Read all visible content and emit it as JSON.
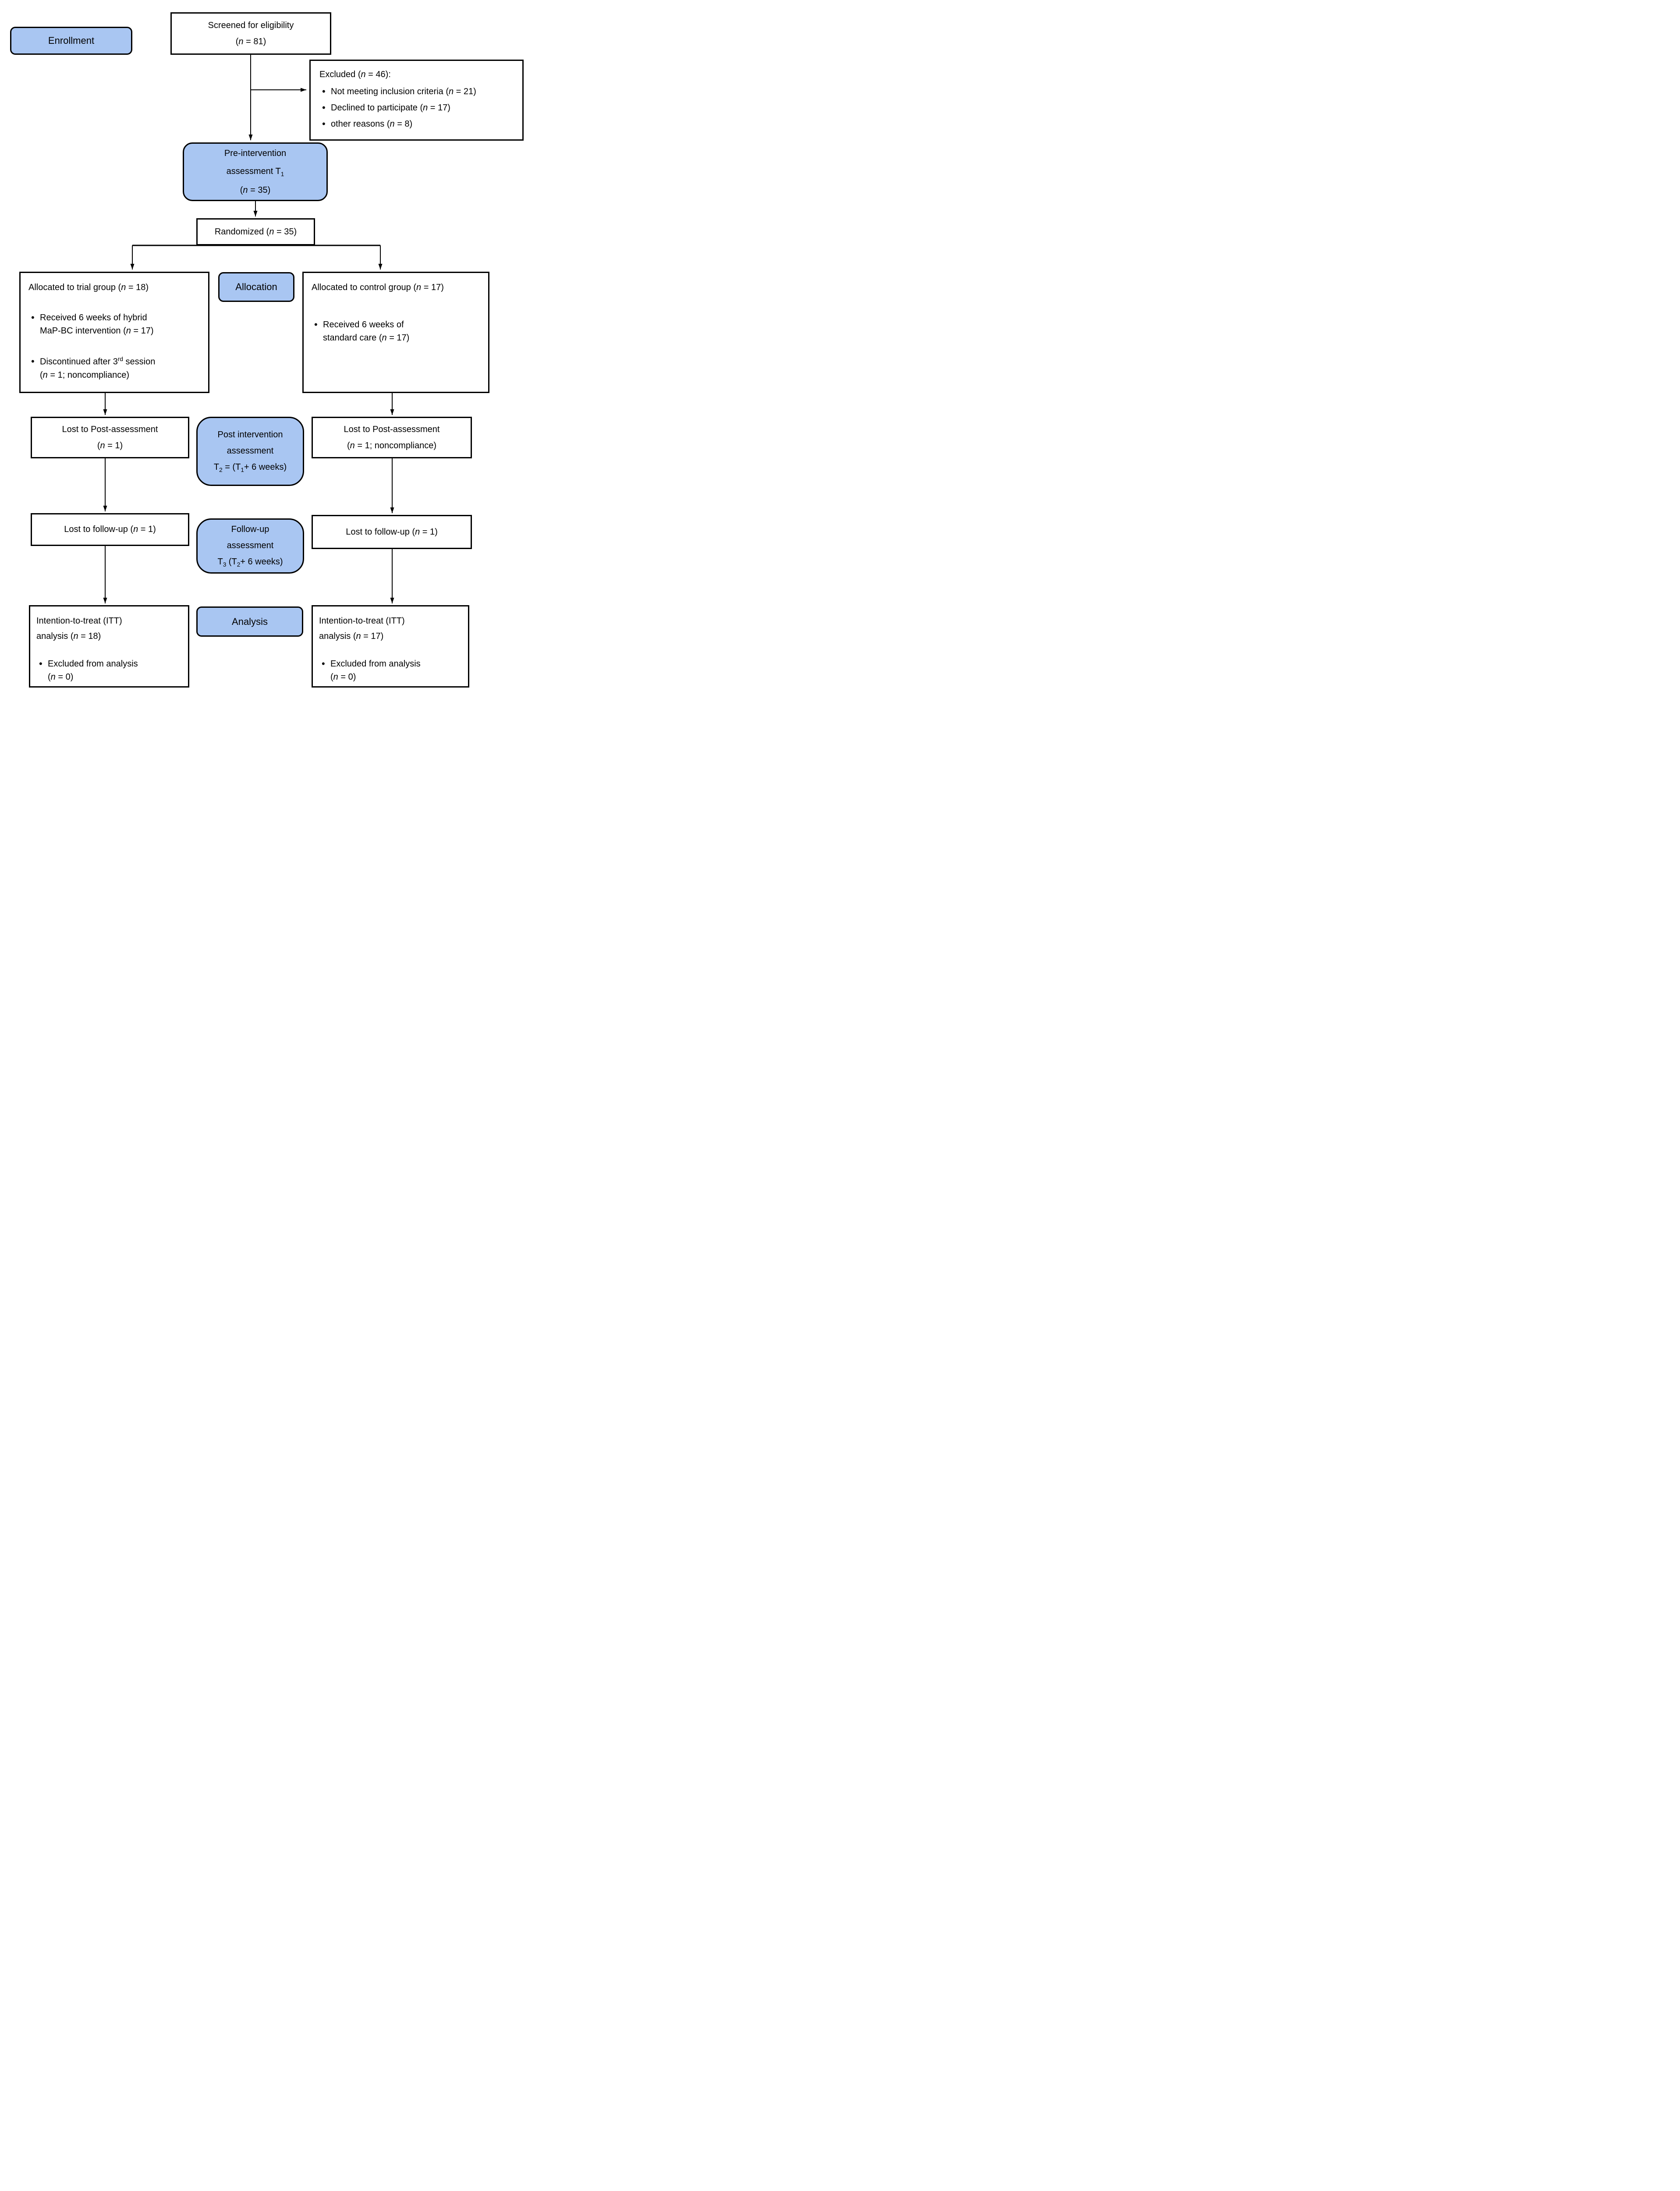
{
  "figure": {
    "type": "consort-flow-diagram",
    "colors": {
      "stage_fill": "#a9c6f2",
      "box_border": "#000000",
      "arrow": "#000000",
      "background": "#ffffff"
    },
    "stages": {
      "enrollment": {
        "label": "Enrollment"
      },
      "allocation": {
        "label": "Allocation"
      },
      "analysis": {
        "label": "Analysis"
      }
    },
    "nodes": {
      "screened": {
        "line1": "Screened for eligibility",
        "line2": "(*n* = 81)"
      },
      "excluded": {
        "title": "Excluded (*n* = 46):",
        "bullets": [
          "Not meeting inclusion criteria (*n* = 21)",
          "Declined to participate (*n* = 17)",
          "other reasons (*n* = 8)"
        ]
      },
      "pre_intervention": {
        "line1": "Pre-intervention",
        "line2": "assessment T~1~",
        "line3": "(*n* = 35)"
      },
      "randomized": {
        "label": "Randomized (*n* = 35)"
      },
      "trial_group": {
        "title": "Allocated to trial group (*n* = 18)",
        "bullets": [
          "Received 6 weeks of hybrid\nMaP-BC intervention  (*n* = 17)",
          "Discontinued after 3^rd^ session\n(*n* = 1; noncompliance)"
        ]
      },
      "control_group": {
        "title": "Allocated to control group (*n* = 17)",
        "bullets": [
          "Received 6 weeks of\nstandard care (*n* = 17)"
        ]
      },
      "lost_post_trial": {
        "line1": "Lost to Post-assessment",
        "line2": "(*n* = 1)"
      },
      "post_assessment": {
        "line1": "Post intervention",
        "line2": "assessment",
        "line3": "T~2~ = (T~1~+ 6 weeks)"
      },
      "lost_post_control": {
        "line1": "Lost to Post-assessment",
        "line2": "(*n* = 1; noncompliance)"
      },
      "lost_followup_trial": {
        "label": "Lost to follow-up (*n* = 1)"
      },
      "followup_assessment": {
        "line1": "Follow-up",
        "line2": "assessment",
        "line3": "T~3~ (T~2~+ 6 weeks)"
      },
      "lost_followup_control": {
        "label": "Lost to follow-up (*n* = 1)"
      },
      "itt_trial": {
        "line1": "Intention-to-treat  (ITT)",
        "line2": "analysis (*n* = 18)",
        "bullets": [
          "Excluded from analysis\n(*n* = 0)"
        ]
      },
      "itt_control": {
        "line1": "Intention-to-treat  (ITT)",
        "line2": "analysis (*n* = 17)",
        "bullets": [
          "Excluded from analysis\n(*n* = 0)"
        ]
      }
    }
  }
}
